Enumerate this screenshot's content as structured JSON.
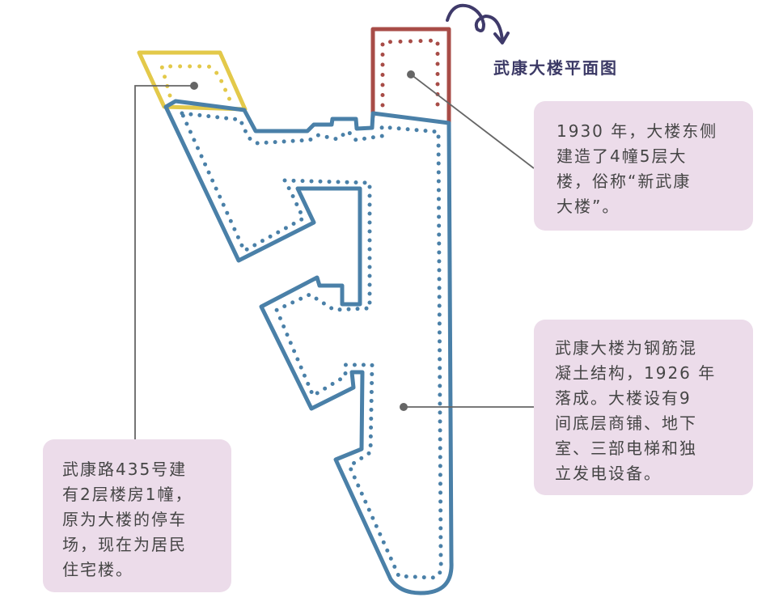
{
  "title": "武康大楼平面图",
  "colors": {
    "main_building": "#4a80a8",
    "new_building": "#a84c47",
    "parking_building": "#e3c94a",
    "background_note": "#ecdcea",
    "title_color": "#3c3a66"
  },
  "notes": {
    "new_building": {
      "lines": [
        "1930 年，大楼东侧",
        "建造了4幢5层大",
        "楼，俗称“新武康",
        "大楼”。"
      ]
    },
    "main_building": {
      "lines": [
        "武康大楼为钢筋混",
        "凝土结构，1926 年",
        "落成。大楼设有9",
        "间底层商铺、地下",
        "室、三部电梯和独",
        "立发电设备。"
      ]
    },
    "parking_building": {
      "lines": [
        "武康路435号建",
        "有2层楼房1幢，",
        "原为大楼的停车",
        "场，现在为居民",
        "住宅楼。"
      ]
    }
  }
}
